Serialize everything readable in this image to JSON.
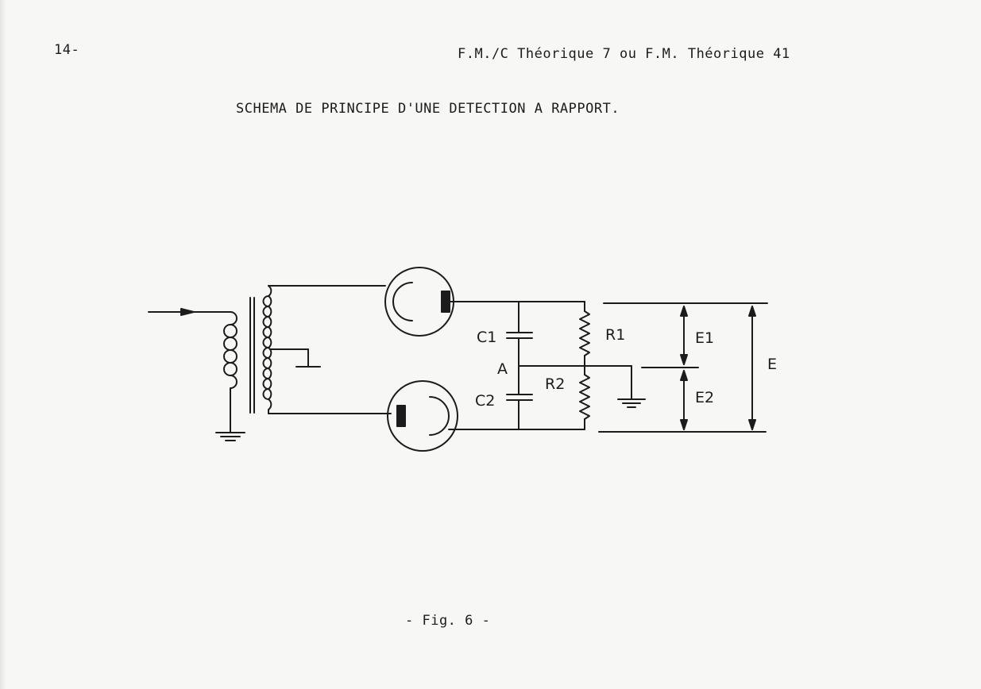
{
  "page": {
    "number": "14-",
    "reference": "F.M./C Théorique 7  ou  F.M. Théorique 41",
    "title": "SCHEMA DE PRINCIPE D'UNE DETECTION A RAPPORT.",
    "caption": "- Fig. 6 -"
  },
  "diagram": {
    "labels": {
      "c1": "C1",
      "c2": "C2",
      "node_a": "A",
      "r1": "R1",
      "r2": "R2",
      "e1": "E1",
      "e2": "E2",
      "e": "E"
    }
  },
  "colors": {
    "ink": "#1c1c1c",
    "paper": "#f7f7f6"
  }
}
